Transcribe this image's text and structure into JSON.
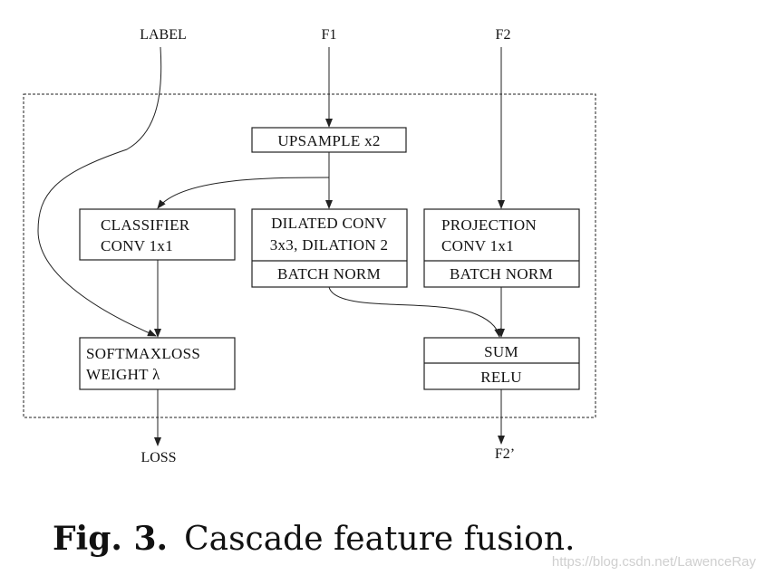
{
  "inputs": {
    "label": "LABEL",
    "f1": "F1",
    "f2": "F2"
  },
  "outputs": {
    "loss": "LOSS",
    "f2_out": "F2’"
  },
  "blocks": {
    "upsample": "UPSAMPLE x2",
    "classifier_line1": "CLASSIFIER",
    "classifier_line2": "CONV 1x1",
    "dilated_line1": "DILATED CONV",
    "dilated_line2": "3x3, DILATION 2",
    "dilated_bn": "BATCH NORM",
    "projection_line1": "PROJECTION",
    "projection_line2": "CONV 1x1",
    "projection_bn": "BATCH NORM",
    "softmax_line1": "SOFTMAXLOSS",
    "softmax_line2": "WEIGHT λ",
    "sum": "SUM",
    "relu": "RELU"
  },
  "caption": {
    "prefix": "Fig. 3.",
    "text": "Cascade feature fusion."
  },
  "watermark": "https://blog.csdn.net/LawenceRay"
}
